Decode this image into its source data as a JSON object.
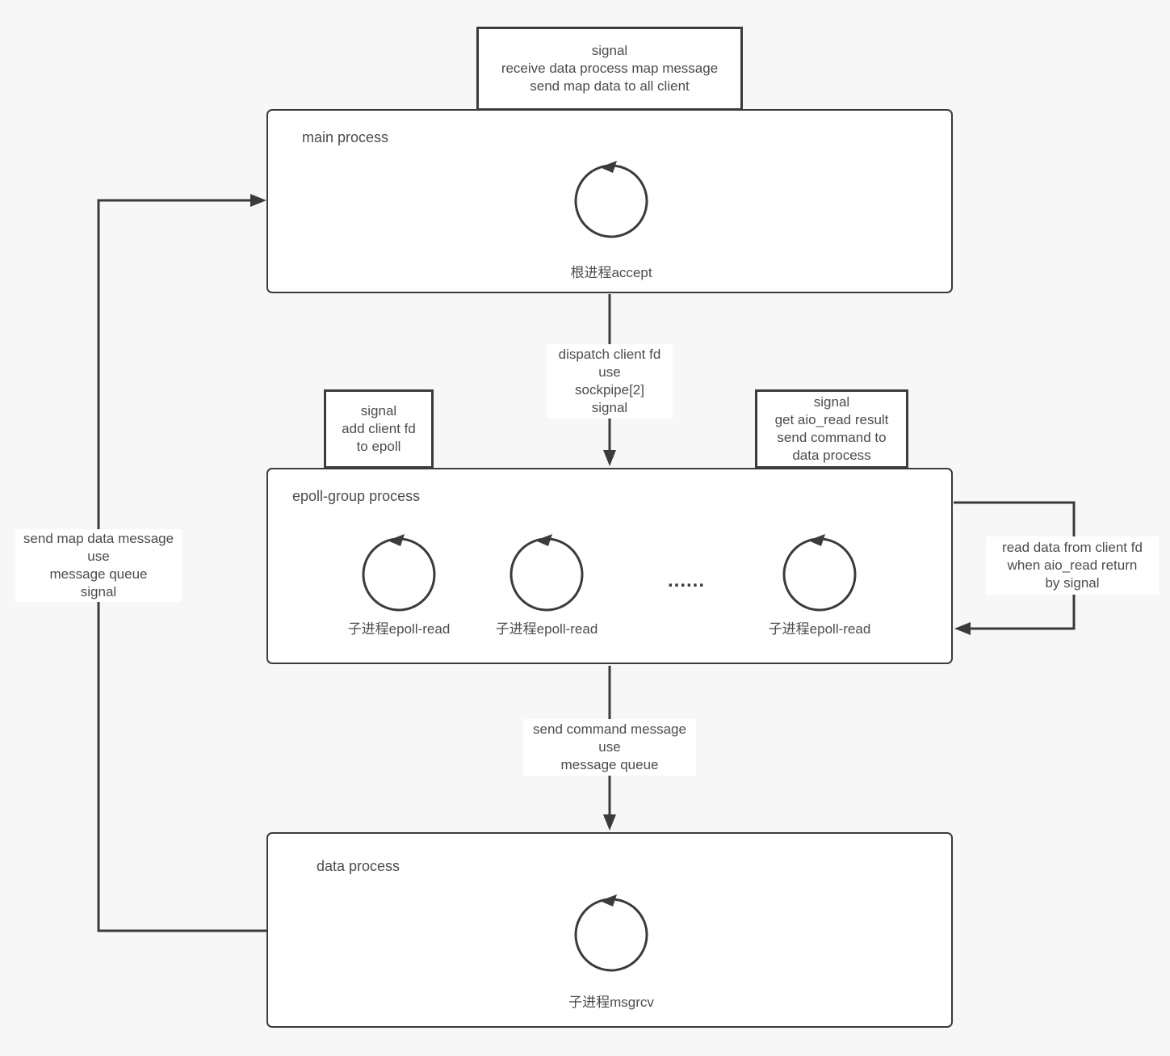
{
  "colors": {
    "background": "#f7f7f7",
    "box_fill": "#ffffff",
    "line": "#3b3b3b",
    "text": "#4c4c4c"
  },
  "boxes": {
    "main": {
      "title": "main process",
      "loop_caption": "根进程accept"
    },
    "epoll": {
      "title": "epoll-group process",
      "loop_captions": [
        "子进程epoll-read",
        "子进程epoll-read",
        "子进程epoll-read"
      ],
      "ellipsis": "......"
    },
    "data": {
      "title": "data process",
      "loop_caption": "子进程msgrcv"
    }
  },
  "notes": {
    "top": "signal\nreceive data process map message\nsend map data to all client",
    "add_epoll": "signal\nadd client fd\nto epoll",
    "aio_result": "signal\nget aio_read result\nsend command to\ndata process"
  },
  "edge_labels": {
    "dispatch": "dispatch client fd\nuse\nsockpipe[2]\nsignal",
    "send_command": "send command message\nuse\nmessage queue",
    "send_map": "send map data message\nuse\nmessage queue\nsignal",
    "read_data": "read data from client fd\nwhen aio_read return\nby signal"
  }
}
